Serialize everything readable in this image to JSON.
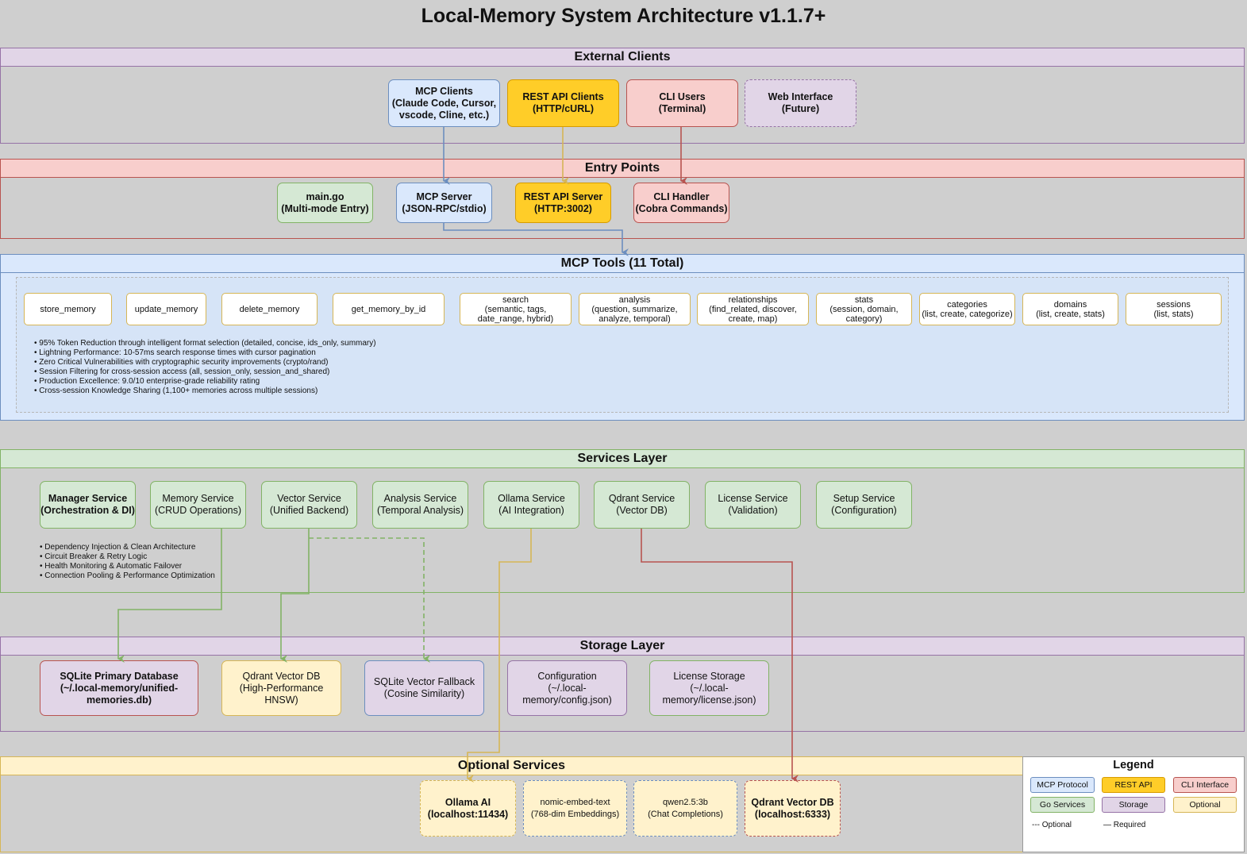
{
  "title": "Local-Memory System Architecture v1.1.7+",
  "colors": {
    "mcp_fill": "#dae8fc",
    "mcp_border": "#6c8ebf",
    "rest_fill": "#ffcd28",
    "rest_border": "#d79b00",
    "cli_fill": "#f8cecc",
    "cli_border": "#b85450",
    "go_fill": "#d5e8d4",
    "go_border": "#82b366",
    "storage_fill": "#e1d5e7",
    "storage_border": "#9673a6",
    "optional_fill": "#fff2cc",
    "optional_border": "#d6b656"
  },
  "external_clients": {
    "heading": "External Clients",
    "mcp_clients": "MCP Clients\n(Claude Code, Cursor,\nvscode, Cline, etc.)",
    "rest_clients": "REST API Clients\n(HTTP/cURL)",
    "cli_users": "CLI Users\n(Terminal)",
    "web_interface": "Web Interface\n(Future)"
  },
  "entry_points": {
    "heading": "Entry Points",
    "main_go": "main.go\n(Multi-mode Entry)",
    "mcp_server": "MCP Server\n(JSON-RPC/stdio)",
    "rest_server": "REST API Server\n(HTTP:3002)",
    "cli_handler": "CLI Handler\n(Cobra Commands)"
  },
  "mcp_tools": {
    "heading": "MCP Tools (11 Total)",
    "tools": [
      "store_memory",
      "update_memory",
      "delete_memory",
      "get_memory_by_id",
      "search\n(semantic, tags,\ndate_range, hybrid)",
      "analysis\n(question, summarize,\nanalyze, temporal)",
      "relationships\n(find_related, discover,\ncreate, map)",
      "stats\n(session, domain,\ncategory)",
      "categories\n(list, create, categorize)",
      "domains\n(list, create, stats)",
      "sessions\n(list, stats)"
    ],
    "notes": [
      "95% Token Reduction through intelligent format selection (detailed, concise, ids_only, summary)",
      "Lightning Performance: 10-57ms search response times with cursor pagination",
      "Zero Critical Vulnerabilities with cryptographic security improvements (crypto/rand)",
      "Session Filtering for cross-session access (all, session_only, session_and_shared)",
      "Production Excellence: 9.0/10 enterprise-grade reliability rating",
      "Cross-session Knowledge Sharing (1,100+ memories across multiple sessions)"
    ]
  },
  "services": {
    "heading": "Services Layer",
    "items": [
      "Manager Service\n(Orchestration & DI)",
      "Memory Service\n(CRUD Operations)",
      "Vector Service\n(Unified Backend)",
      "Analysis Service\n(Temporal Analysis)",
      "Ollama Service\n(AI Integration)",
      "Qdrant Service\n(Vector DB)",
      "License Service\n(Validation)",
      "Setup Service\n(Configuration)"
    ],
    "notes": [
      "Dependency Injection & Clean Architecture",
      "Circuit Breaker & Retry Logic",
      "Health Monitoring & Automatic Failover",
      "Connection Pooling & Performance Optimization"
    ]
  },
  "storage": {
    "heading": "Storage Layer",
    "sqlite_primary": "SQLite Primary Database\n(~/.local-memory/unified-\nmemories.db)",
    "qdrant_db": "Qdrant Vector DB\n(High-Performance HNSW)",
    "sqlite_fallback": "SQLite Vector Fallback\n(Cosine Similarity)",
    "configuration": "Configuration\n(~/.local-\nmemory/config.json)",
    "license_storage": "License Storage\n(~/.local-\nmemory/license.json)"
  },
  "optional": {
    "heading": "Optional Services",
    "ollama": "Ollama AI\n(localhost:11434)",
    "nomic": "nomic-embed-text\n(768-dim Embeddings)",
    "qwen": "qwen2.5:3b\n(Chat Completions)",
    "qdrant": "Qdrant Vector DB\n(localhost:6333)"
  },
  "legend": {
    "heading": "Legend",
    "mcp": "MCP Protocol",
    "rest": "REST API",
    "cli": "CLI Interface",
    "go": "Go Services",
    "storage": "Storage",
    "optional": "Optional",
    "optional_line": "--- Optional",
    "required_line": "— Required"
  }
}
